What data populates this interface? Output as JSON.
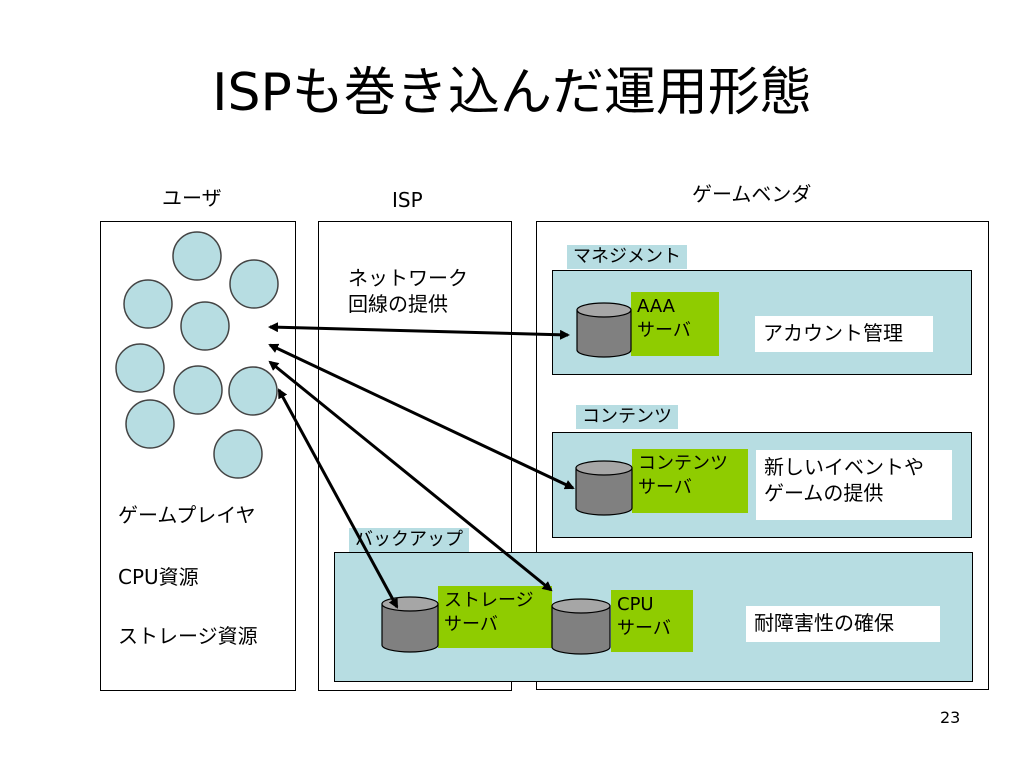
{
  "slide": {
    "title": "ISPも巻き込んだ運用形態",
    "page_number": "23",
    "columns": {
      "user": "ユーザ",
      "isp": "ISP",
      "game_vendor": "ゲームベンダ"
    },
    "user_box": {
      "items": [
        "ゲームプレイヤ",
        "CPU資源",
        "ストレージ資源"
      ]
    },
    "isp_box": {
      "network": "ネットワーク\n回線の提供"
    },
    "management": {
      "tag": "マネジメント",
      "server": "AAA\nサーバ",
      "label": "アカウント管理"
    },
    "content": {
      "tag": "コンテンツ",
      "server": "コンテンツ\nサーバ",
      "label": "新しいイベントや\nゲームの提供"
    },
    "backup": {
      "tag": "バックアップ",
      "storage_server": "ストレージ\nサーバ",
      "cpu_server": "CPU\nサーバ",
      "label": "耐障害性の確保"
    },
    "colors": {
      "panel": "#b7dde2",
      "server_label": "#8fcc00",
      "cylinder": "#808080"
    }
  }
}
